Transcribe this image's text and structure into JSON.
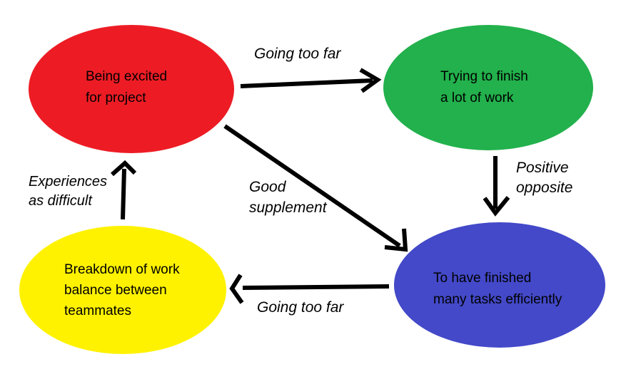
{
  "diagram_title": "",
  "colors": {
    "background": "#FFFFFF",
    "arrow": "#000000",
    "text": "#000000",
    "node_red": "#ED1C24",
    "node_green": "#22B14C",
    "node_blue": "#4349C8",
    "node_yellow": "#FFF200"
  },
  "nodes": {
    "excited": {
      "line1": "Being excited",
      "line2": "for project",
      "color": "#ED1C24"
    },
    "trying": {
      "line1": "Trying to finish",
      "line2": "a lot of work",
      "color": "#22B14C"
    },
    "finished": {
      "line1": "To have finished",
      "line2": "many tasks efficiently",
      "color": "#4349C8"
    },
    "breakdown": {
      "line1": "Breakdown of work",
      "line2": "balance between",
      "line3": "teammates",
      "color": "#FFF200"
    }
  },
  "edges": {
    "excited_to_trying": {
      "label": "Going too far"
    },
    "trying_to_finished": {
      "line1": "Positive",
      "line2": "opposite"
    },
    "excited_to_finished": {
      "line1": "Good",
      "line2": "supplement"
    },
    "finished_to_breakdown": {
      "label": "Going too far"
    },
    "breakdown_to_excited": {
      "line1": "Experiences",
      "line2": "as difficult"
    }
  }
}
